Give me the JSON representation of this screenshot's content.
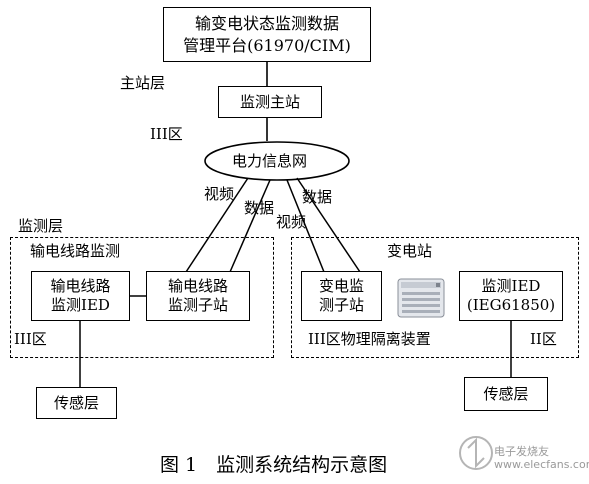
{
  "platform": {
    "line1": "输变电状态监测数据",
    "line2": "管理平台(61970/CIM)"
  },
  "layers": {
    "master": "主站层",
    "monitor": "监测层",
    "sensor_left": "传感层",
    "sensor_right": "传感层"
  },
  "zones": {
    "iii_top": "III区",
    "iii_left": "III区",
    "iii_right": "III区物理隔离装置",
    "ii_right": "II区"
  },
  "nodes": {
    "master_station": "监测主站",
    "network": "电力信息网",
    "line_group": "输电线路监测",
    "line_ied": {
      "line1": "输电线路",
      "line2": "监测IED"
    },
    "line_sub": {
      "line1": "输电线路",
      "line2": "监测子站"
    },
    "substation_group": "变电站",
    "sub_monitor": {
      "line1": "变电监",
      "line2": "测子站"
    },
    "sub_ied": {
      "line1": "监测IED",
      "line2": "(IEG61850)"
    }
  },
  "links": {
    "video_left": "视频",
    "data_left": "数据",
    "video_right": "视频",
    "data_right": "数据"
  },
  "caption": "图 1　监测系统结构示意图",
  "watermark": "电子发烧友 www.elecfans.com"
}
